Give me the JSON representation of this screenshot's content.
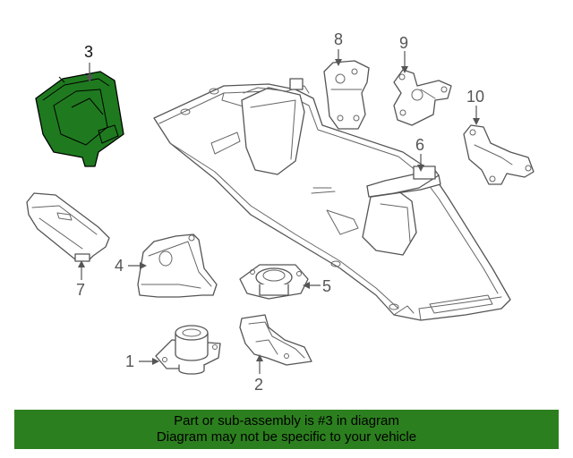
{
  "diagram": {
    "callouts": [
      "1",
      "2",
      "3",
      "4",
      "5",
      "6",
      "7",
      "8",
      "9",
      "10"
    ],
    "highlighted_part": "3",
    "highlight_color": "#1f7a1f"
  },
  "banner": {
    "line1": "Part or sub-assembly is #3 in diagram",
    "line2": "Diagram may not be specific to your vehicle",
    "background": "#2c7f1e"
  }
}
